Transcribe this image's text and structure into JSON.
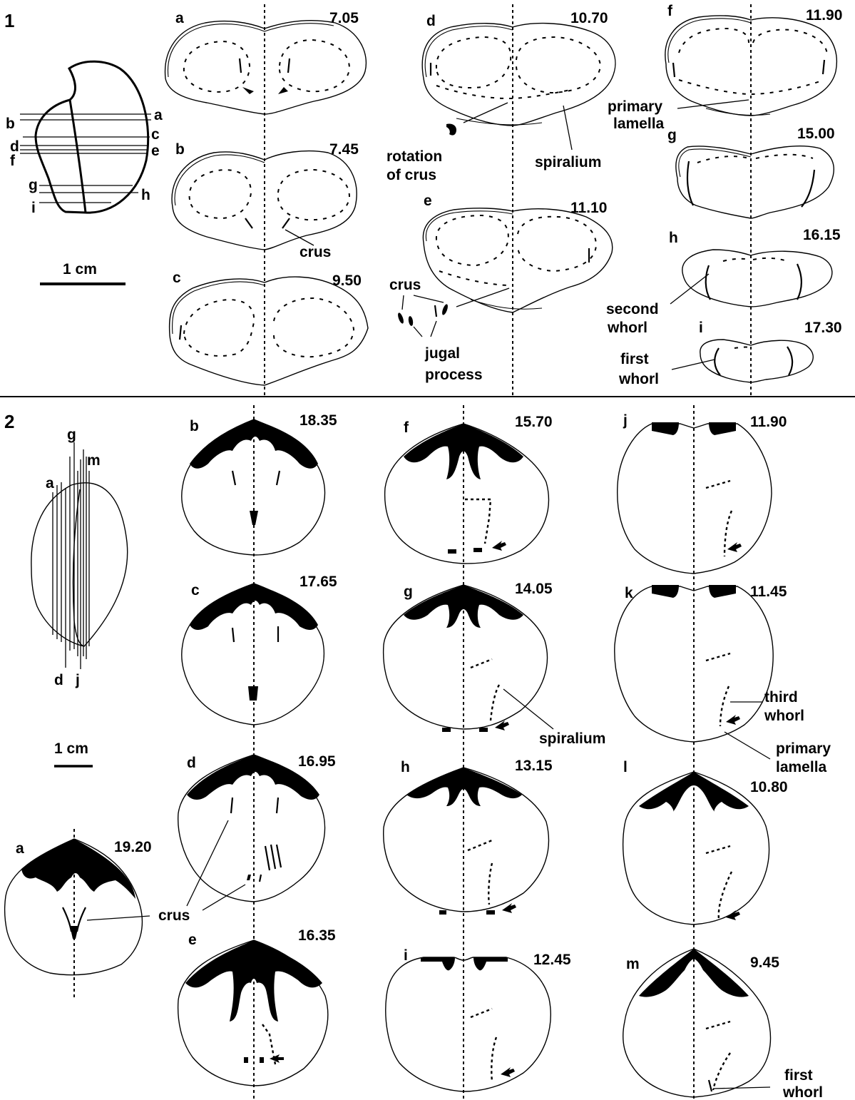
{
  "part1": {
    "number": "1",
    "index_letters": [
      "a",
      "b",
      "c",
      "d",
      "e",
      "f",
      "g",
      "h",
      "i"
    ],
    "scale_label": "1 cm",
    "sections": [
      {
        "letter": "a",
        "value": "7.05"
      },
      {
        "letter": "b",
        "value": "7.45"
      },
      {
        "letter": "c",
        "value": "9.50"
      },
      {
        "letter": "d",
        "value": "10.70"
      },
      {
        "letter": "e",
        "value": "11.10"
      },
      {
        "letter": "f",
        "value": "11.90"
      },
      {
        "letter": "g",
        "value": "15.00"
      },
      {
        "letter": "h",
        "value": "16.15"
      },
      {
        "letter": "i",
        "value": "17.30"
      }
    ],
    "annotations": {
      "crus_b": "crus",
      "rotation_of_crus": [
        "rotation",
        "of crus"
      ],
      "spiralium": "spiralium",
      "crus_e": "crus",
      "jugal_process": [
        "jugal",
        "process"
      ],
      "primary_lamella": [
        "primary",
        "lamella"
      ],
      "second_whorl": [
        "second",
        "whorl"
      ],
      "first_whorl": [
        "first",
        "whorl"
      ]
    }
  },
  "part2": {
    "number": "2",
    "index_letters": [
      "g",
      "m",
      "a",
      "d",
      "j"
    ],
    "scale_label": "1 cm",
    "sections": [
      {
        "letter": "a",
        "value": "19.20"
      },
      {
        "letter": "b",
        "value": "18.35"
      },
      {
        "letter": "c",
        "value": "17.65"
      },
      {
        "letter": "d",
        "value": "16.95"
      },
      {
        "letter": "e",
        "value": "16.35"
      },
      {
        "letter": "f",
        "value": "15.70"
      },
      {
        "letter": "g",
        "value": "14.05"
      },
      {
        "letter": "h",
        "value": "13.15"
      },
      {
        "letter": "i",
        "value": "12.45"
      },
      {
        "letter": "j",
        "value": "11.90"
      },
      {
        "letter": "k",
        "value": "11.45"
      },
      {
        "letter": "l",
        "value": "10.80"
      },
      {
        "letter": "m",
        "value": "9.45"
      }
    ],
    "annotations": {
      "crus": "crus",
      "spiralium": "spiralium",
      "third_whorl": [
        "third",
        "whorl"
      ],
      "primary_lamella": [
        "primary",
        "lamella"
      ],
      "first_whorl": [
        "first",
        "whorl"
      ]
    }
  }
}
